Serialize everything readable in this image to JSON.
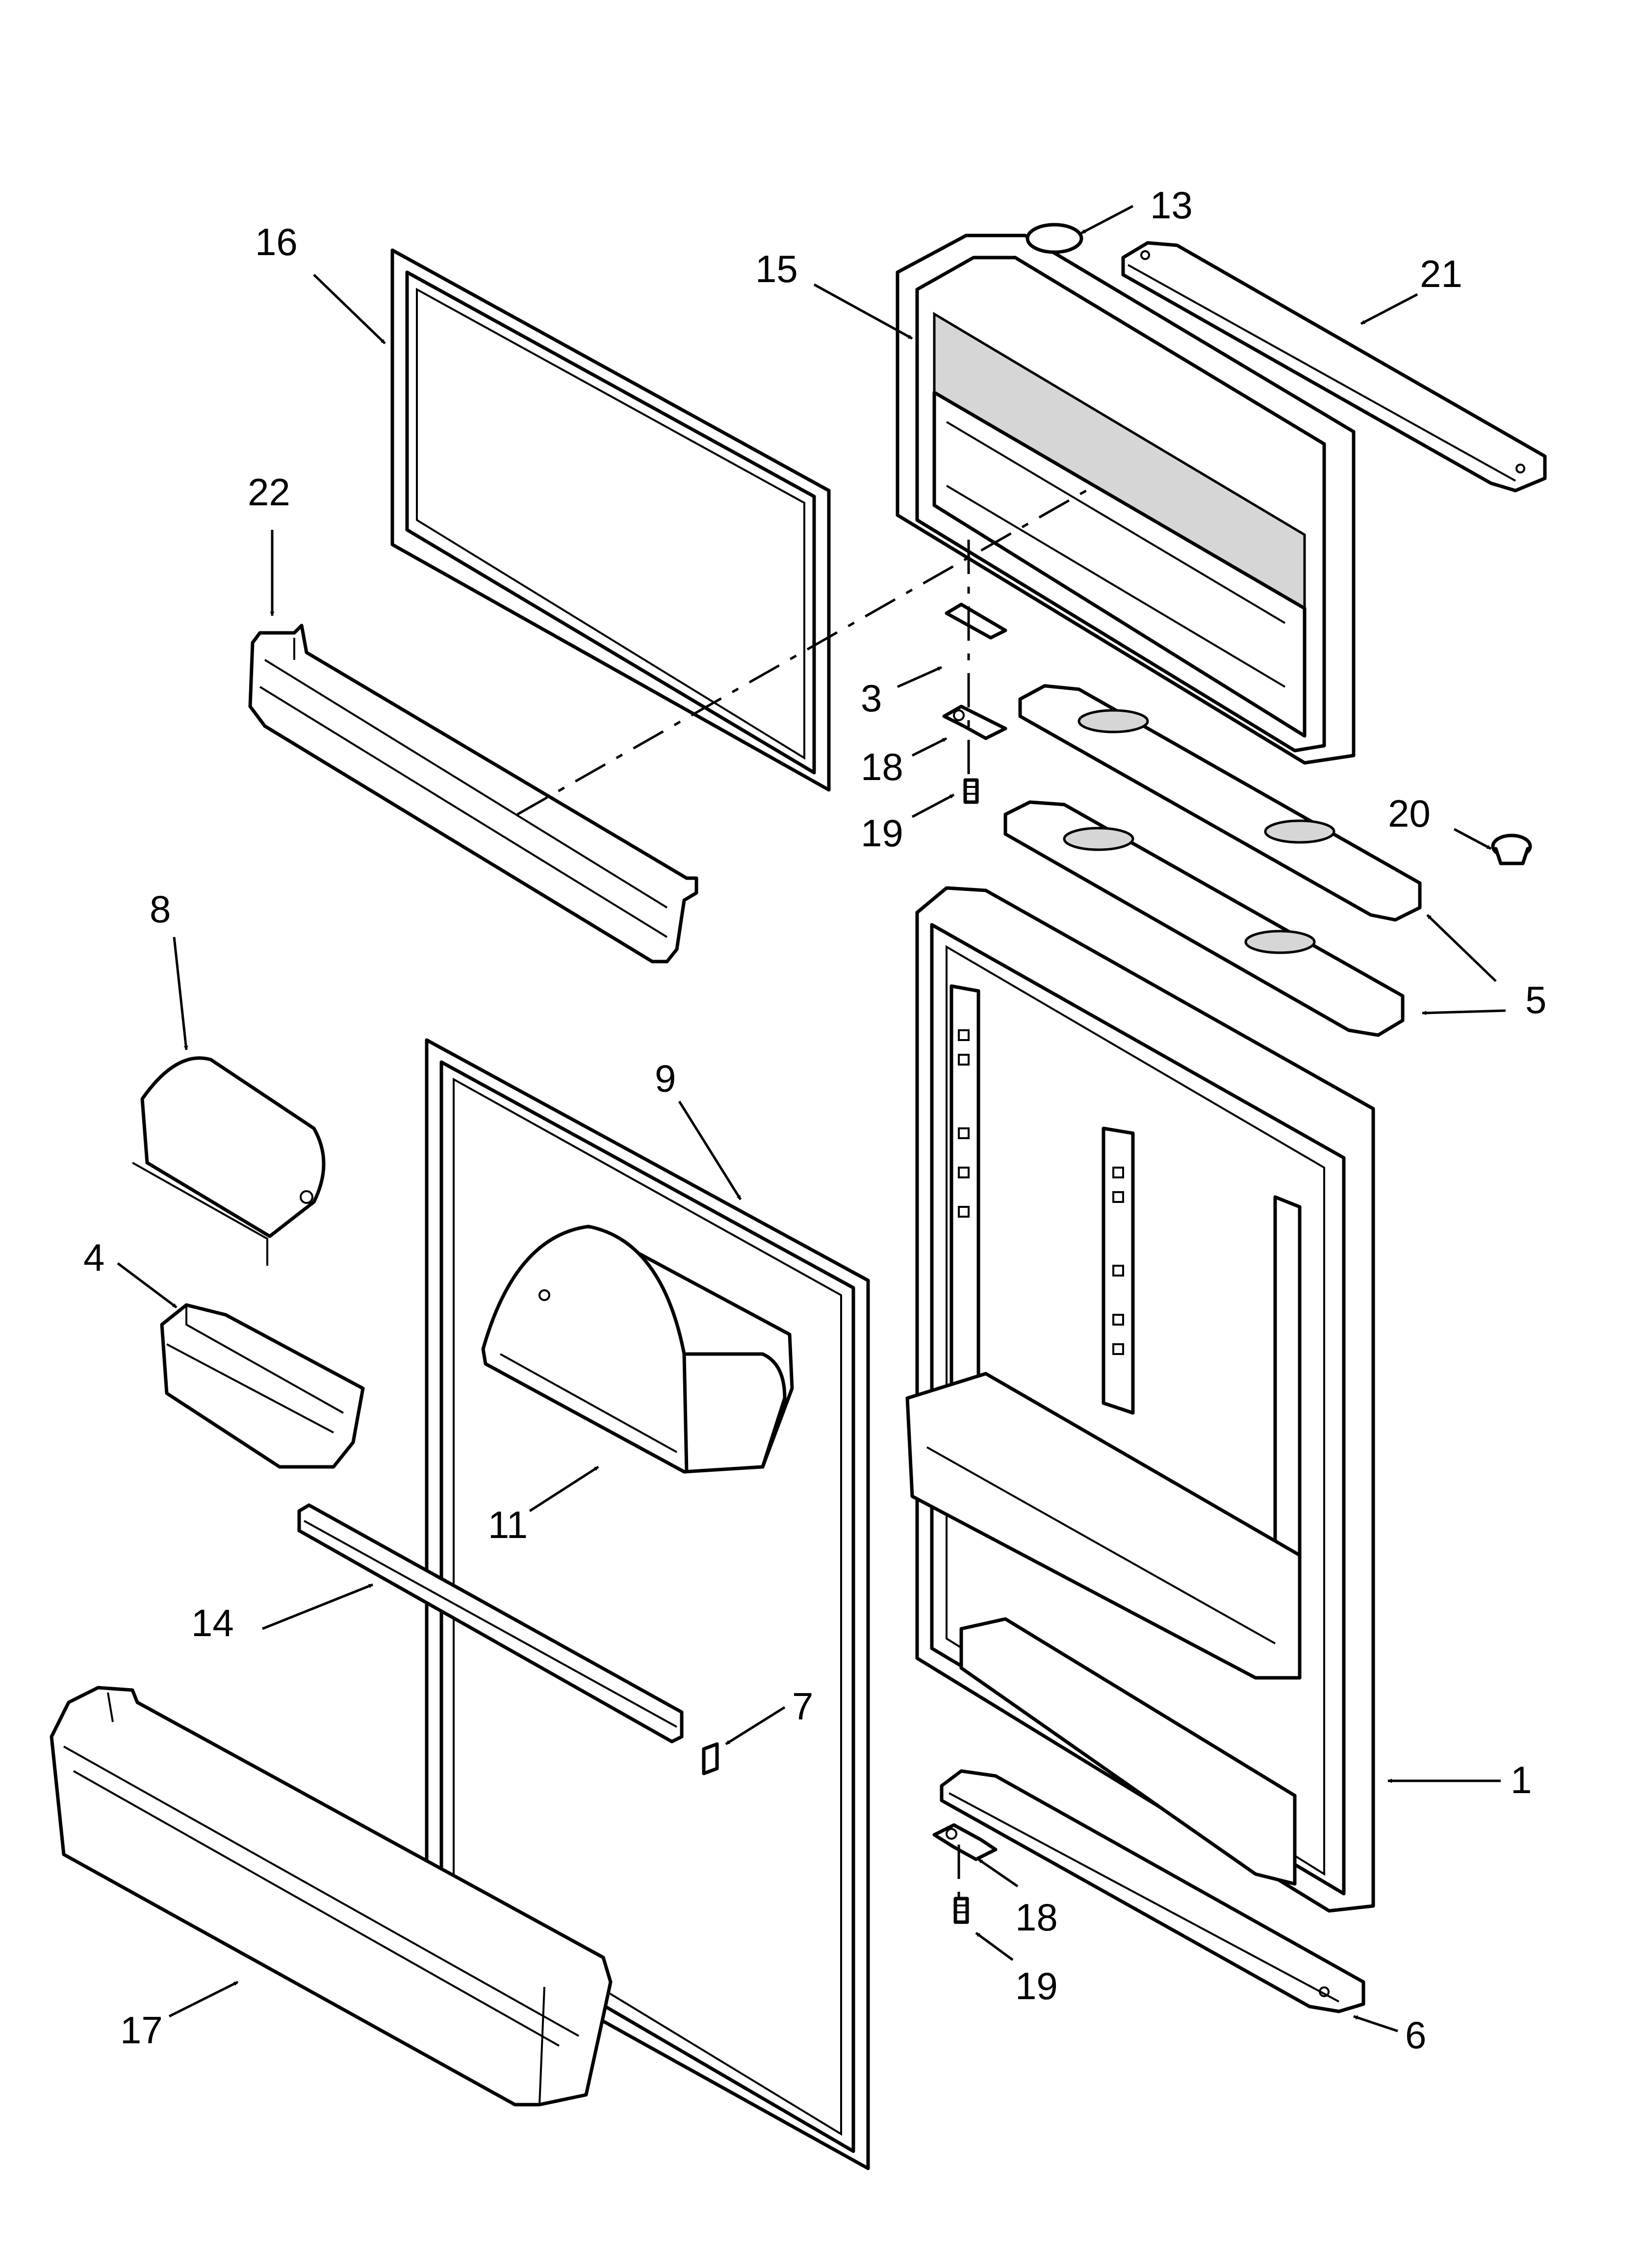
{
  "diagram": {
    "callouts": {
      "c1": "1",
      "c3": "3",
      "c4": "4",
      "c5": "5",
      "c6": "6",
      "c7": "7",
      "c8": "8",
      "c9": "9",
      "c11": "11",
      "c13": "13",
      "c14": "14",
      "c15": "15",
      "c16": "16",
      "c17": "17",
      "c18a": "18",
      "c18b": "18",
      "c19a": "19",
      "c19b": "19",
      "c20": "20",
      "c21": "21",
      "c22": "22"
    }
  }
}
